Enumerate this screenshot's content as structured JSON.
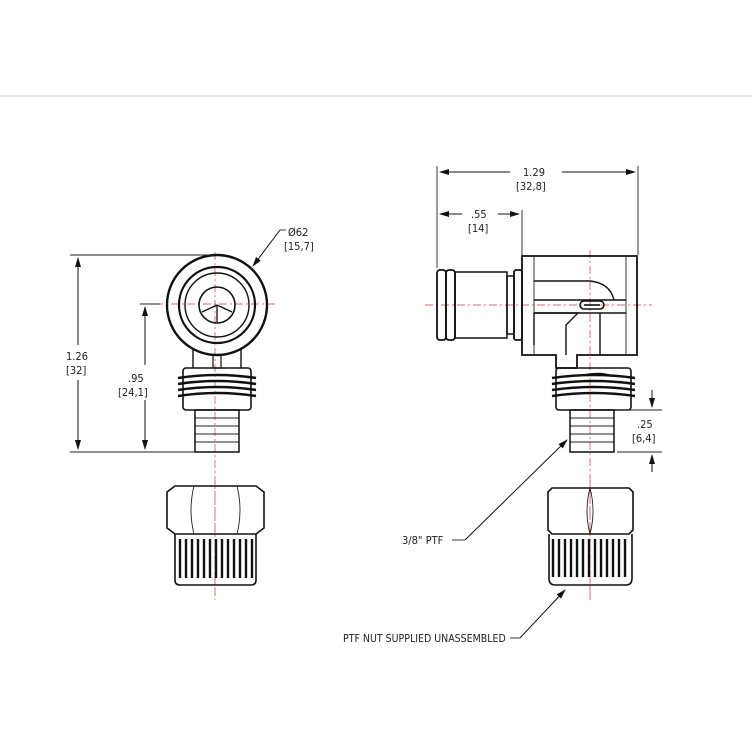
{
  "drawing": {
    "left_view": {
      "diameter_label": "Ø62",
      "diameter_metric": "[15,7]",
      "overall_height": "1.26",
      "overall_height_metric": "[32]",
      "center_height": ".95",
      "center_height_metric": "[24,1]"
    },
    "right_view": {
      "overall_width": "1.29",
      "overall_width_metric": "[32,8]",
      "tube_length": ".55",
      "tube_length_metric": "[14]",
      "tip_length": ".25",
      "tip_length_metric": "[6,4]"
    },
    "callouts": {
      "thread": "3/8\" PTF",
      "nut_note": "PTF NUT SUPPLIED UNASSEMBLED"
    },
    "colors": {
      "line": "#111111",
      "centerline": "#e06666",
      "divider": "#e6e6e6"
    }
  }
}
